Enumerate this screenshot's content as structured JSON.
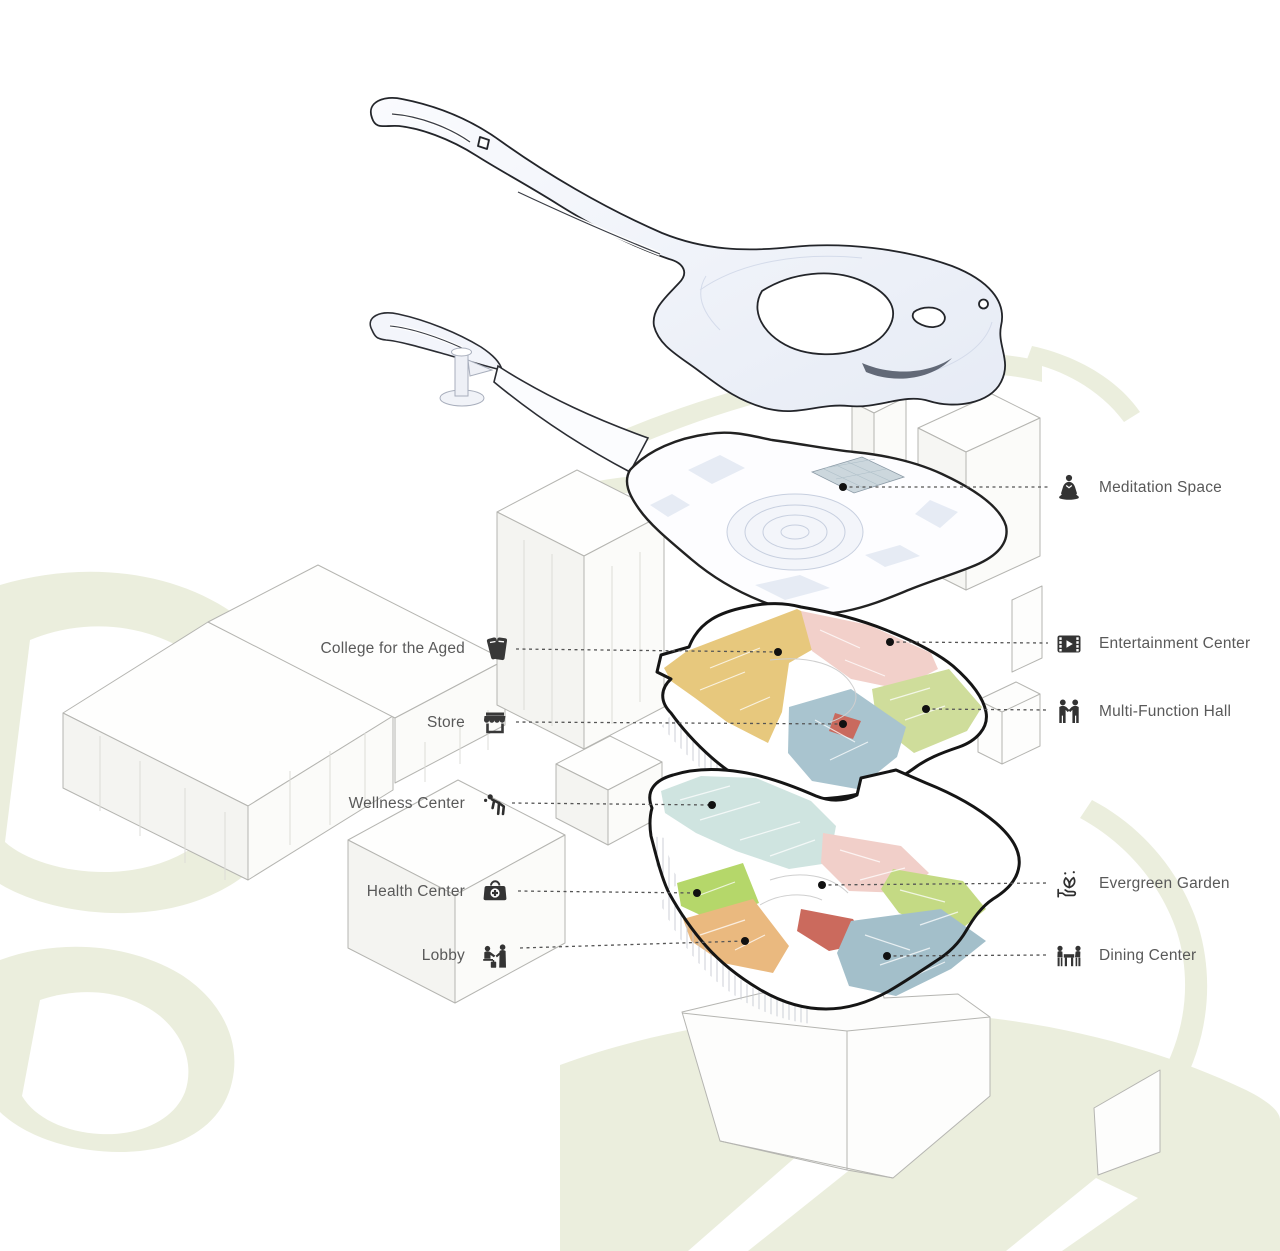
{
  "page": {
    "type": "exploded-axonometric-program-diagram",
    "background": "#ffffff"
  },
  "palette": {
    "outline": "#1a1a1a",
    "context_outline": "#b5b5b1",
    "ground": "#ebeedd",
    "leader_line": "#555555",
    "label_text": "#595959",
    "icon": "#383838",
    "canopy_fill": "#eef1f8",
    "plate_fill": "#fcfcfe"
  },
  "zones": {
    "college": "#e7c87d",
    "store": "#a9c4cf",
    "entertainment_upper": "#f2d0ca",
    "multifunction": "#cfdd9b",
    "accent_upper": "#c96a5e",
    "wellness": "#cfe4e0",
    "entertainment_lower": "#f1cfc9",
    "health": "#b5d76a",
    "garden_green": "#c4da84",
    "lobby": "#eab97f",
    "accent_lower": "#cb6a5d",
    "dining": "#a3bfca",
    "meditation_box": "#ccd7dd"
  },
  "left_labels": [
    {
      "label": "College for the Aged",
      "icon": "books-icon"
    },
    {
      "label": "Store",
      "icon": "storefront-icon"
    },
    {
      "label": "Wellness Center",
      "icon": "stretching-person-icon"
    },
    {
      "label": "Health Center",
      "icon": "first-aid-kit-icon"
    },
    {
      "label": "Lobby",
      "icon": "reception-people-icon"
    }
  ],
  "right_labels": [
    {
      "label": "Meditation Space",
      "icon": "meditation-person-icon"
    },
    {
      "label": "Entertainment Center",
      "icon": "film-reel-icon"
    },
    {
      "label": "Multi-Function Hall",
      "icon": "greeting-people-icon"
    },
    {
      "label": "Evergreen Garden",
      "icon": "plant-in-hand-icon"
    },
    {
      "label": "Dining Center",
      "icon": "dining-people-icon"
    }
  ]
}
